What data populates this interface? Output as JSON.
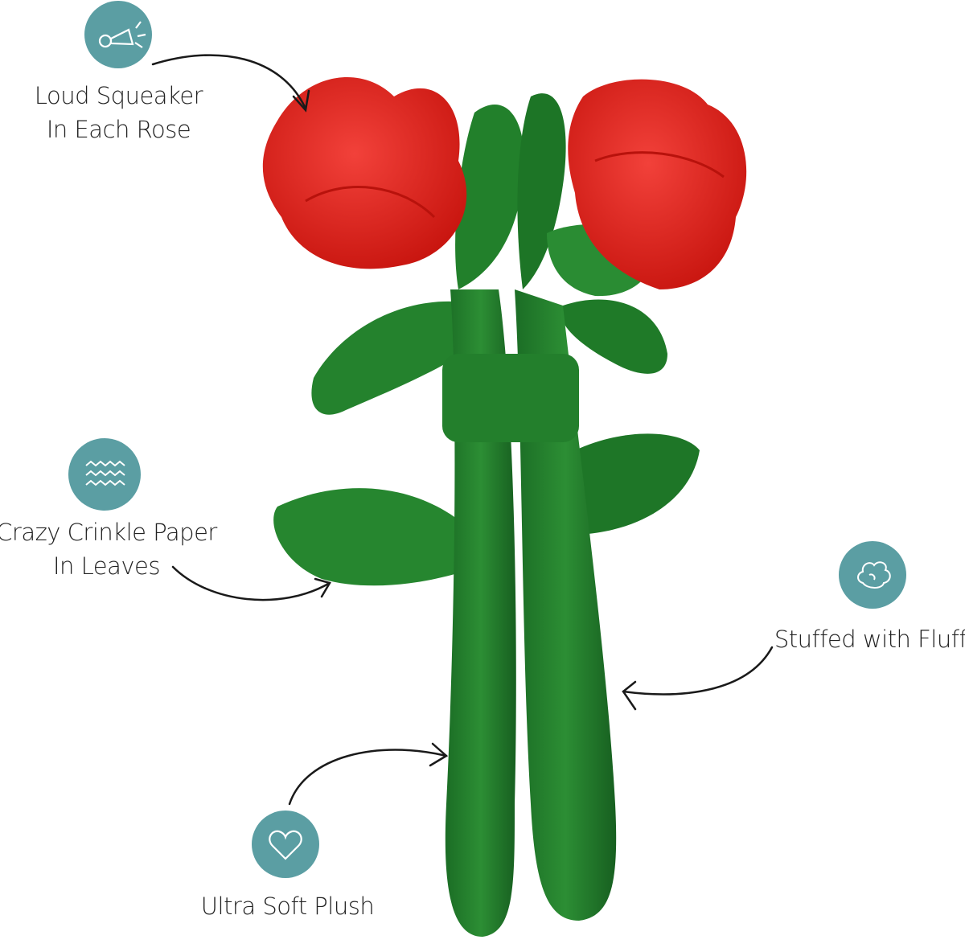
{
  "colors": {
    "icon_bg": "#5b9ea3",
    "rose_red": "#e0231f",
    "stem_green": "#1f7a2a",
    "arrow": "#1a1a1a"
  },
  "features": [
    {
      "icon": "squeaker-horn-icon",
      "line1": "Loud Squeaker",
      "line2": "In Each Rose"
    },
    {
      "icon": "crinkle-waves-icon",
      "line1": "Crazy Crinkle Paper",
      "line2": "In Leaves"
    },
    {
      "icon": "cotton-fluff-icon",
      "line1": "Stuffed with Fluff"
    },
    {
      "icon": "heart-icon",
      "line1": "Ultra Soft Plush"
    }
  ]
}
